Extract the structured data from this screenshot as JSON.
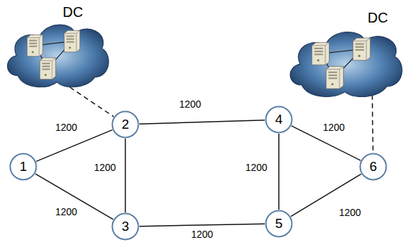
{
  "diagram": {
    "nodes": [
      {
        "text": [
          "DC"
        ]
      },
      {
        "text": [
          "DC"
        ]
      },
      {
        "text": [
          "1"
        ]
      },
      {
        "text": [
          "2"
        ]
      },
      {
        "text": [
          "3"
        ]
      },
      {
        "text": [
          "4"
        ]
      },
      {
        "text": [
          "5"
        ]
      },
      {
        "text": [
          "6"
        ]
      }
    ],
    "edges": [
      {
        "from": 2,
        "to": 3,
        "arrow": "none",
        "label": "1200"
      },
      {
        "from": 2,
        "to": 4,
        "arrow": "none",
        "label": "1200"
      },
      {
        "from": 3,
        "to": 4,
        "arrow": "none",
        "label": "1200"
      },
      {
        "from": 3,
        "to": 5,
        "arrow": "none",
        "label": "1200"
      },
      {
        "from": 4,
        "to": 6,
        "arrow": "none",
        "label": "1200"
      },
      {
        "from": 5,
        "to": 6,
        "arrow": "none",
        "label": "1200"
      },
      {
        "from": 5,
        "to": 7,
        "arrow": "none",
        "label": "1200"
      },
      {
        "from": 6,
        "to": 7,
        "arrow": "none",
        "label": "1200"
      },
      {
        "from": 0,
        "to": 3,
        "arrow": "none"
      },
      {
        "from": 1,
        "to": 7,
        "arrow": "none"
      }
    ]
  }
}
